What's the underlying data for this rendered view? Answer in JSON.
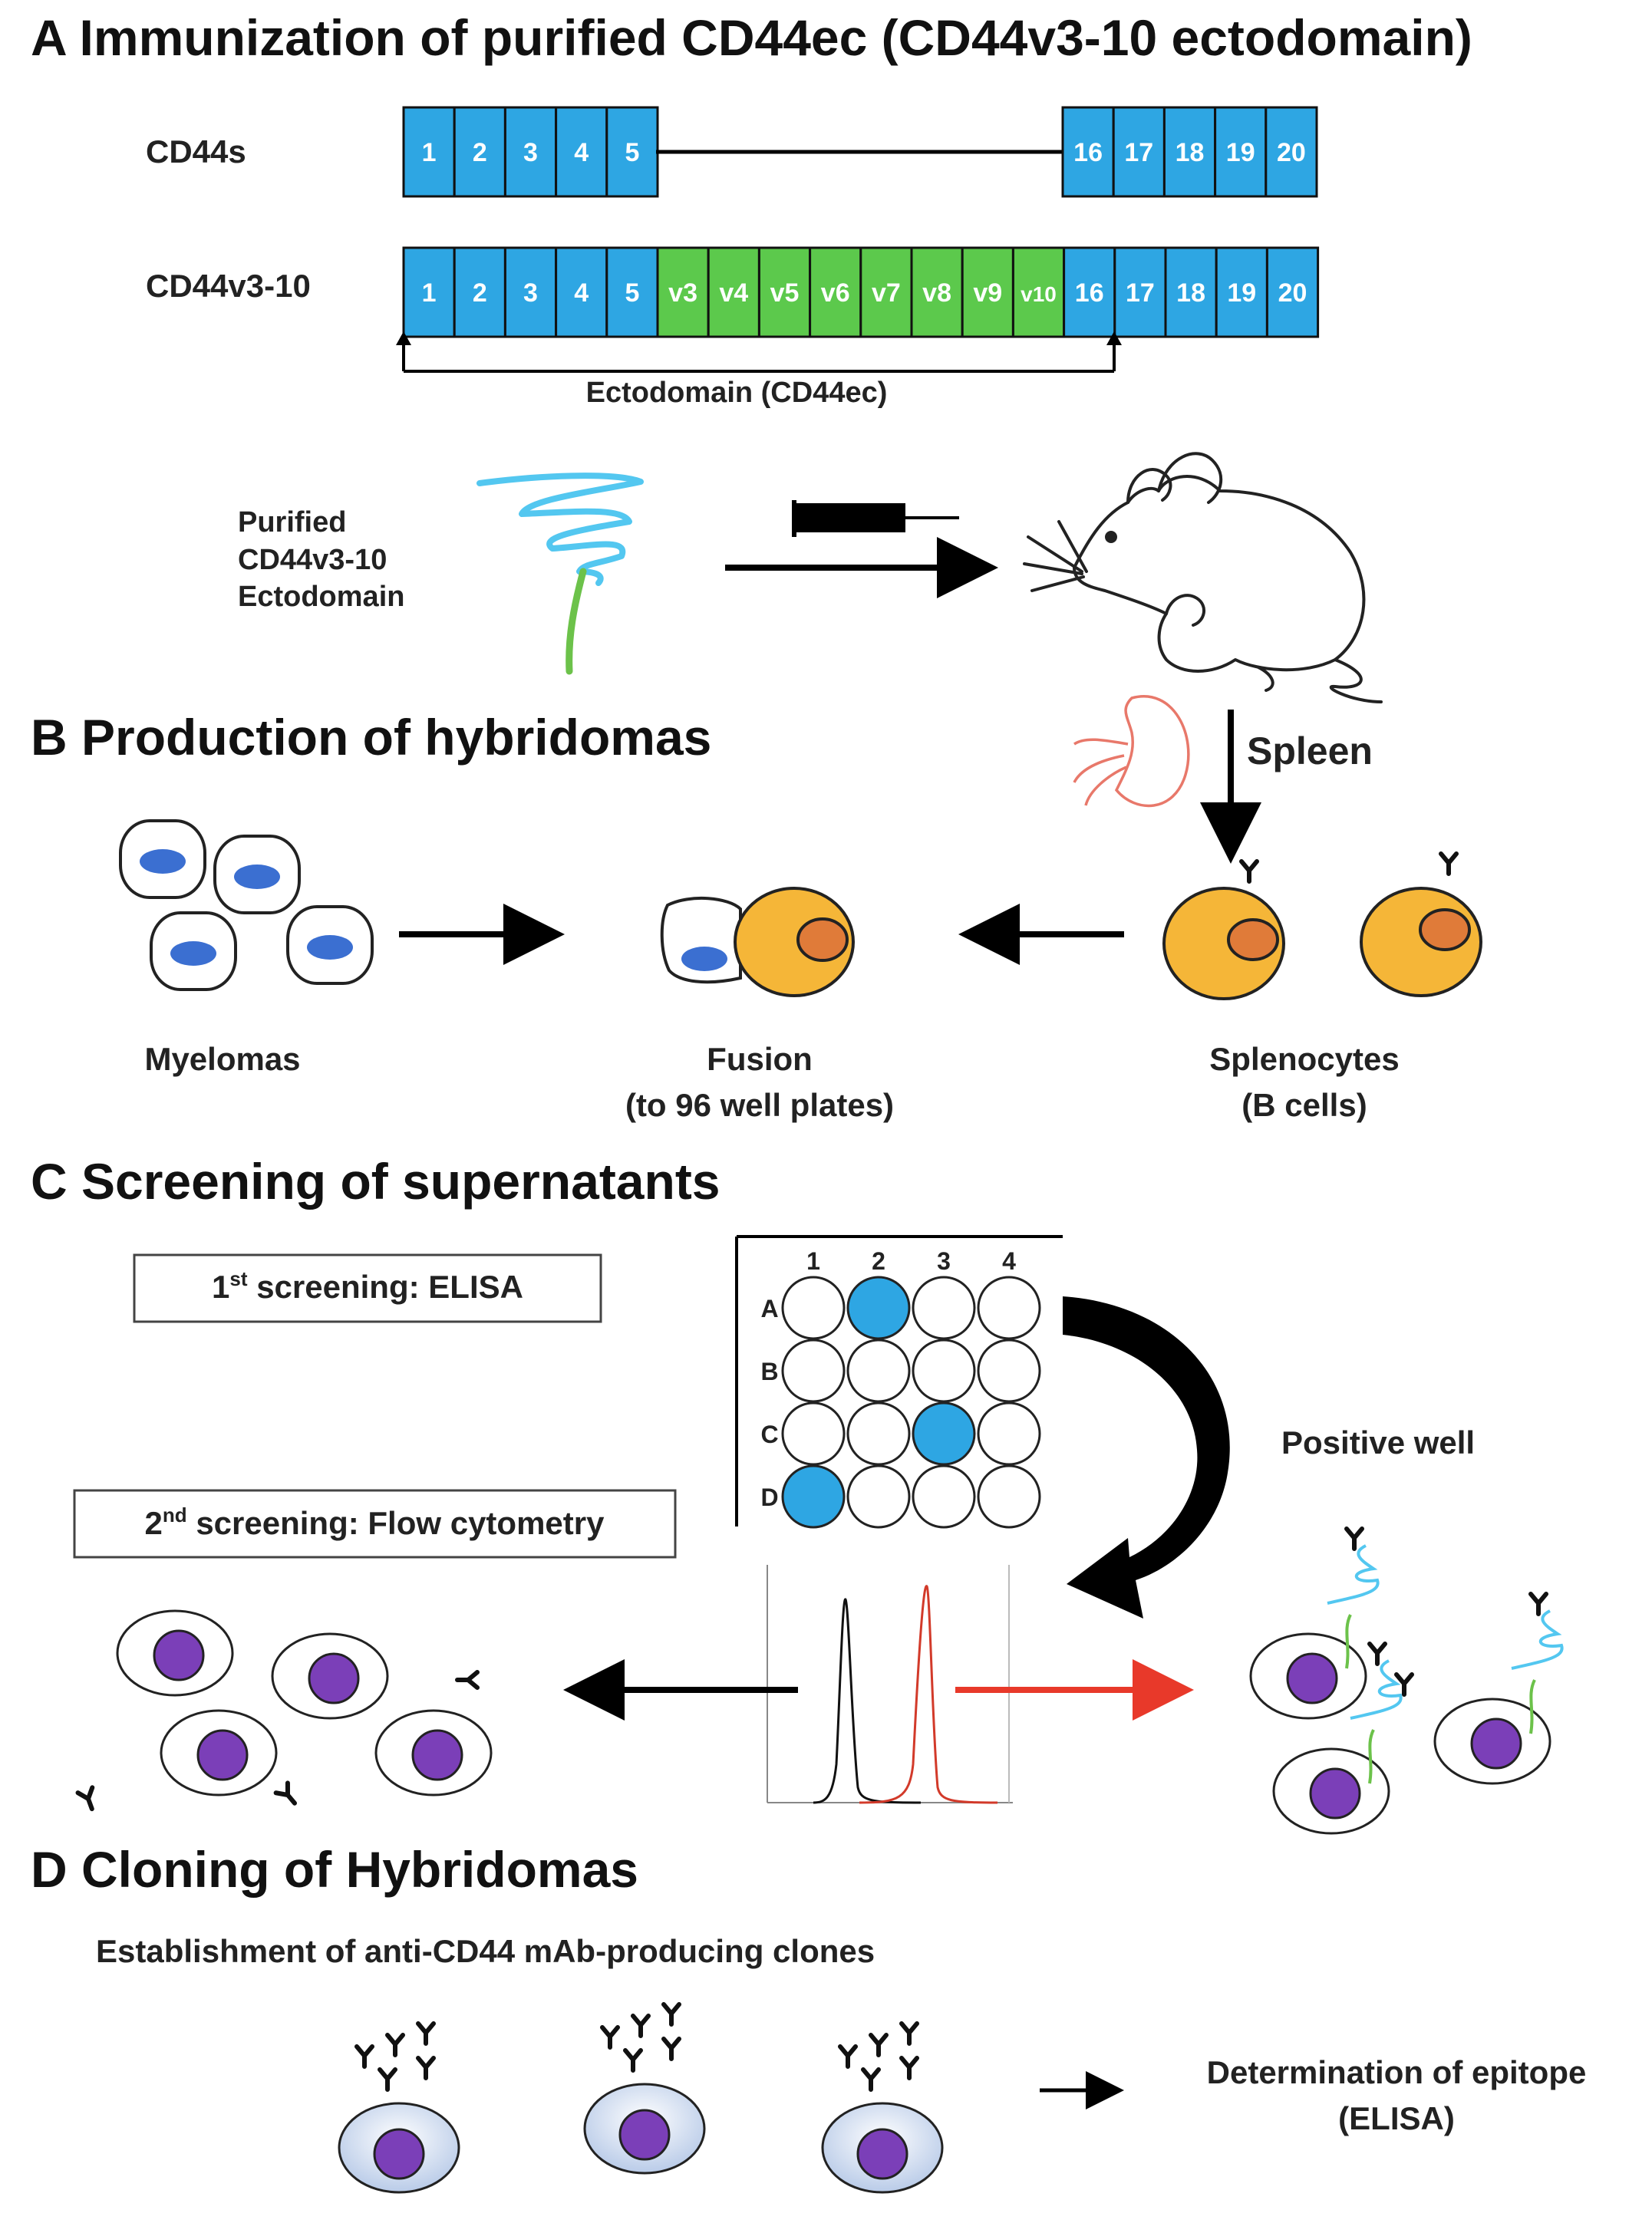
{
  "panels": {
    "a": {
      "title": "A Immunization of purified CD44ec (CD44v3-10 ectodomain)"
    },
    "b": {
      "title": "B Production of hybridomas"
    },
    "c": {
      "title": "C Screening of supernatants"
    },
    "d": {
      "title": "D Cloning of Hybridomas"
    }
  },
  "rows": {
    "cd44s": {
      "label": "CD44s",
      "left_exons": [
        "1",
        "2",
        "3",
        "4",
        "5"
      ],
      "right_exons": [
        "16",
        "17",
        "18",
        "19",
        "20"
      ]
    },
    "cd44v": {
      "label": "CD44v3-10",
      "exons": [
        "1",
        "2",
        "3",
        "4",
        "5",
        "v3",
        "v4",
        "v5",
        "v6",
        "v7",
        "v8",
        "v9",
        "v10",
        "16",
        "17",
        "18",
        "19",
        "20"
      ]
    }
  },
  "ectodomain_label": "Ectodomain (CD44ec)",
  "immunogen": {
    "line1": "Purified",
    "line2": "CD44v3-10",
    "line3": "Ectodomain"
  },
  "spleen_label": "Spleen",
  "cells": {
    "myelomas": "Myelomas",
    "fusion_line1": "Fusion",
    "fusion_line2": "(to 96 well plates)",
    "splenocytes_line1": "Splenocytes",
    "splenocytes_line2": "(B cells)"
  },
  "screening": {
    "first_prefix": "1",
    "first_sup": "st",
    "first_rest": " screening: ELISA",
    "second_prefix": "2",
    "second_sup": "nd",
    "second_rest": " screening: Flow cytometry",
    "positive_well": "Positive well",
    "columns": [
      "1",
      "2",
      "3",
      "4"
    ],
    "rows": [
      "A",
      "B",
      "C",
      "D"
    ],
    "positive_wells": [
      [
        0,
        1
      ],
      [
        2,
        2
      ],
      [
        3,
        0
      ]
    ]
  },
  "cloning": {
    "subtitle": "Establishment of anti-CD44 mAb-producing clones",
    "epitope_line1": "Determination of epitope",
    "epitope_line2": "(ELISA)"
  },
  "colors": {
    "exon_blue": "#2ea6e3",
    "variant_green": "#5cc94c",
    "well_positive": "#2ea6e3",
    "b_cell": "#f5b638",
    "nucleus_orange": "#e07b39",
    "myeloma_nucleus": "#3b6fd1",
    "hybridoma_nucleus": "#7b3fb8",
    "histogram_red": "#d23a2a",
    "red_arrow": "#e8392a",
    "spleen": "#e8786a",
    "ectodomain_line": "#53c7f0",
    "anchor_green": "#6cc24a"
  }
}
